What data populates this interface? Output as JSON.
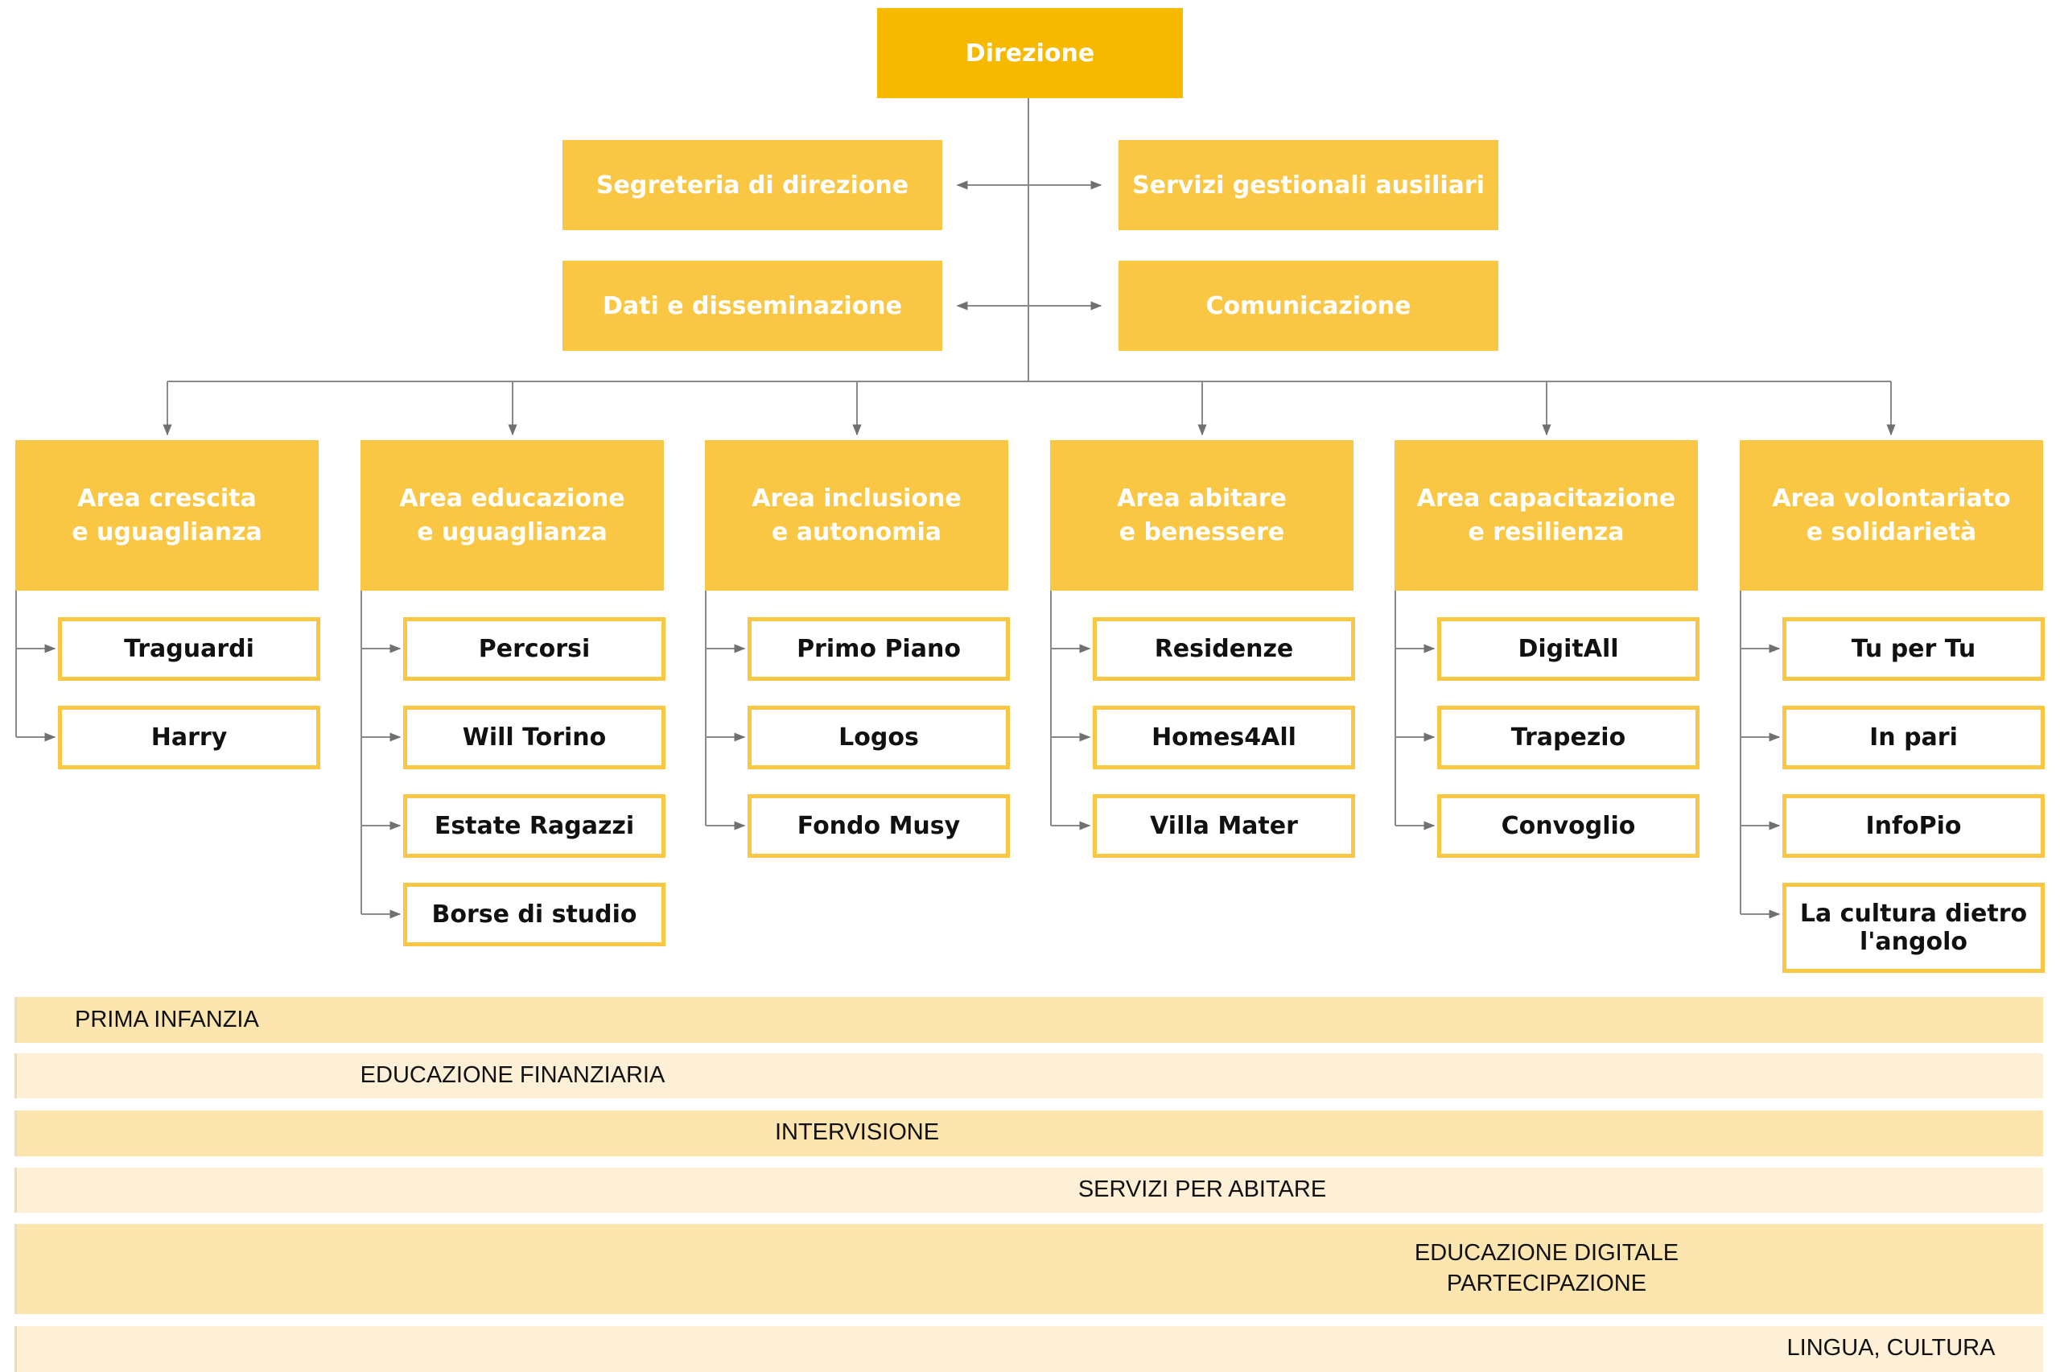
{
  "direzione": "Direzione",
  "staff": {
    "segreteria": "Segreteria di direzione",
    "servizi": "Servizi gestionali ausiliari",
    "dati": "Dati e disseminazione",
    "comunicazione": "Comunicazione"
  },
  "areas": [
    {
      "title": "Area crescita\ne uguaglianza",
      "projects": [
        "Traguardi",
        "Harry"
      ]
    },
    {
      "title": "Area educazione\ne uguaglianza",
      "projects": [
        "Percorsi",
        "Will Torino",
        "Estate Ragazzi",
        "Borse di studio"
      ]
    },
    {
      "title": "Area inclusione\ne autonomia",
      "projects": [
        "Primo Piano",
        "Logos",
        "Fondo Musy"
      ]
    },
    {
      "title": "Area abitare\ne benessere",
      "projects": [
        "Residenze",
        "Homes4All",
        "Villa Mater"
      ]
    },
    {
      "title": "Area capacitazione\ne resilienza",
      "projects": [
        "DigitAll",
        "Trapezio",
        "Convoglio"
      ]
    },
    {
      "title": "Area volontariato\ne solidarietà",
      "projects": [
        "Tu per Tu",
        "In pari",
        "InfoPio",
        "La cultura dietro\nl'angolo"
      ]
    }
  ],
  "bands": [
    "PRIMA INFANZIA",
    "EDUCAZIONE FINANZIARIA",
    "INTERVISIONE",
    "SERVIZI PER ABITARE",
    "EDUCAZIONE DIGITALE\nPARTECIPAZIONE",
    "LINGUA, CULTURA"
  ]
}
